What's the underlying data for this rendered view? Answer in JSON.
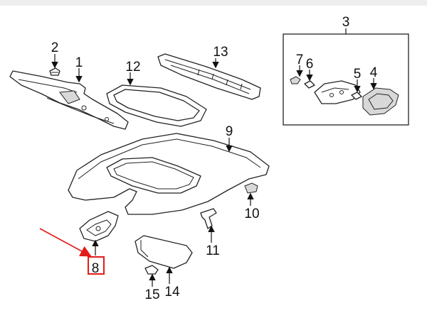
{
  "diagram": {
    "callouts": [
      {
        "id": "1",
        "label": "1"
      },
      {
        "id": "2",
        "label": "2"
      },
      {
        "id": "3",
        "label": "3"
      },
      {
        "id": "4",
        "label": "4"
      },
      {
        "id": "5",
        "label": "5"
      },
      {
        "id": "6",
        "label": "6"
      },
      {
        "id": "7",
        "label": "7"
      },
      {
        "id": "8",
        "label": "8"
      },
      {
        "id": "9",
        "label": "9"
      },
      {
        "id": "10",
        "label": "10"
      },
      {
        "id": "11",
        "label": "11"
      },
      {
        "id": "12",
        "label": "12"
      },
      {
        "id": "13",
        "label": "13"
      },
      {
        "id": "14",
        "label": "14"
      },
      {
        "id": "15",
        "label": "15"
      }
    ],
    "highlight": {
      "callout": "8",
      "color": "#e31b1b"
    }
  }
}
